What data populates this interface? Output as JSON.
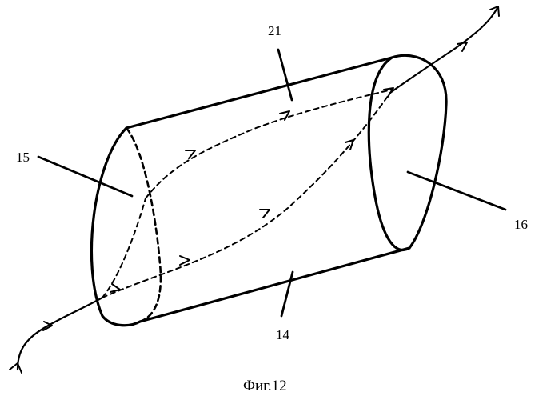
{
  "figure": {
    "caption": "Фиг.12",
    "labels": {
      "side_top": "21",
      "left_end": "15",
      "right_end": "16",
      "side_bottom": "14"
    }
  }
}
